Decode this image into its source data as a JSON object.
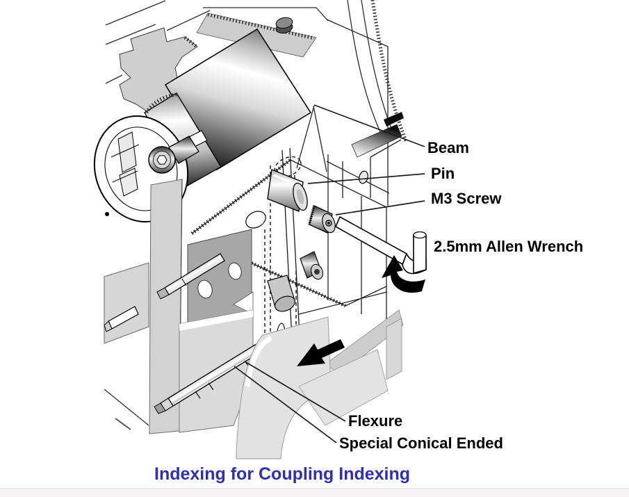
{
  "figure": {
    "caption": "Indexing for Coupling Indexing",
    "caption_color": "#2E2EB8",
    "labels": {
      "beam": "Beam",
      "pin": "Pin",
      "m3_screw": "M3 Screw",
      "allen_wrench": "2.5mm Allen Wrench",
      "flexure": "Flexure",
      "special_conical": "Special Conical Ended"
    },
    "colors": {
      "outline": "#000000",
      "light_gray": "#d2d2d2",
      "mid_gray": "#c0c0c0",
      "dark_gray_plate": "#a7a7a7",
      "background": "#ffffff",
      "footer_bar": "#f7f3f4"
    }
  }
}
